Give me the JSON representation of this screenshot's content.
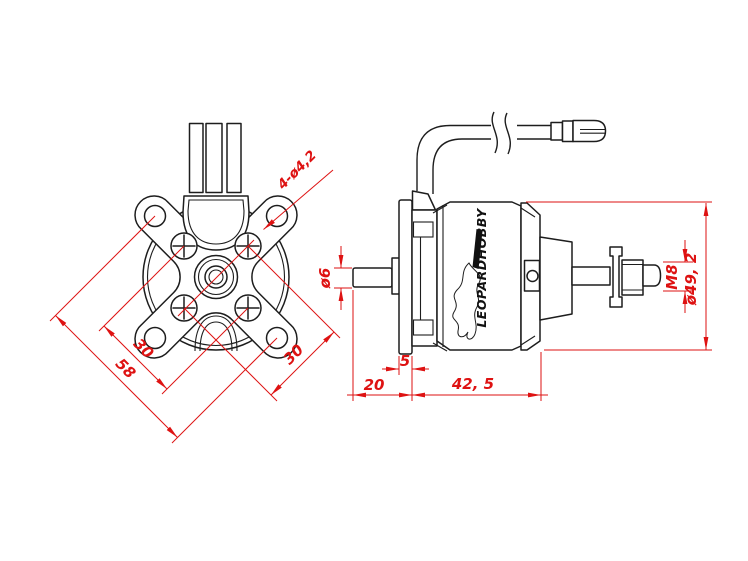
{
  "document": {
    "type": "technical-drawing",
    "subject": "brushless outrunner motor, two orthographic views"
  },
  "colors": {
    "dimension_red": "#de1212",
    "line_black": "#1d1d1d",
    "background": "#ffffff"
  },
  "front_view": {
    "label_hole_pattern": "4-ø4,2",
    "label_bolt_spacing_left": "30",
    "label_bolt_diagonal": "58",
    "label_bolt_spacing_right": "30"
  },
  "side_view": {
    "label_shaft_diameter": "ø6",
    "label_plate_thickness": "5",
    "label_front_length": "20",
    "label_body_length": "42, 5",
    "label_thread_size": "M8",
    "label_body_diameter": "ø49, 2",
    "brand": "LEOPARDHOBBY"
  }
}
